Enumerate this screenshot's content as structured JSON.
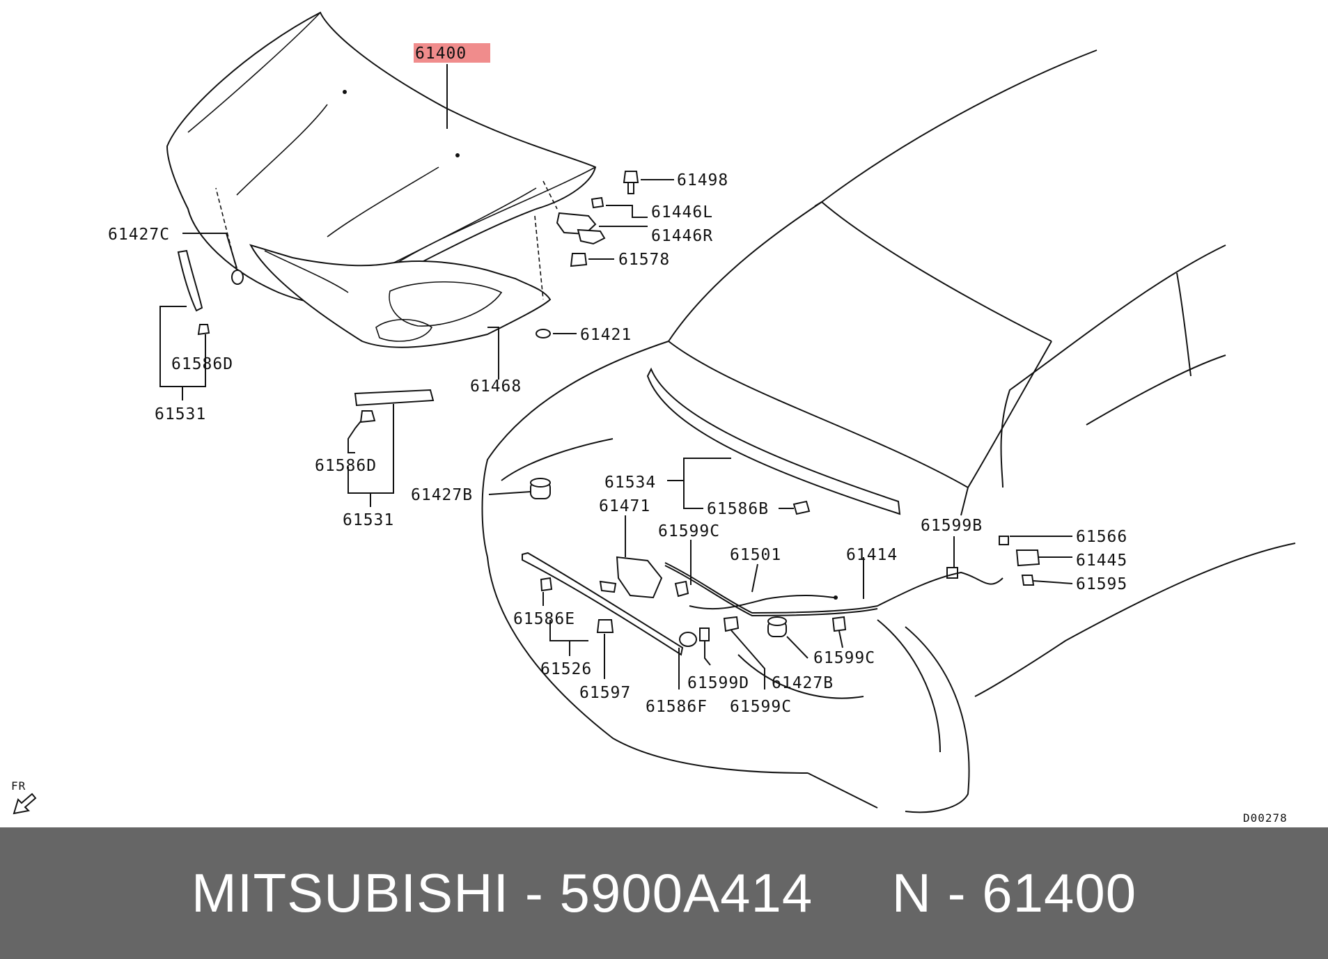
{
  "footer": {
    "brand": "MITSUBISHI",
    "sep1": " - ",
    "part_number": "5900A414",
    "gap": "     ",
    "n_label": "N",
    "sep2": " - ",
    "ref_number": "61400"
  },
  "diagram": {
    "drawing_id": "D00278",
    "fr_label": "FR",
    "labels": {
      "l61400": "61400",
      "l61498": "61498",
      "l61446L": "61446L",
      "l61446R": "61446R",
      "l61578": "61578",
      "l61427C": "61427C",
      "l61421": "61421",
      "l61586D_a": "61586D",
      "l61468": "61468",
      "l61531_a": "61531",
      "l61586D_b": "61586D",
      "l61427B_a": "61427B",
      "l61531_b": "61531",
      "l61534": "61534",
      "l61586B": "61586B",
      "l61471": "61471",
      "l61599C_a": "61599C",
      "l61501": "61501",
      "l61414": "61414",
      "l61599B": "61599B",
      "l61566": "61566",
      "l61445": "61445",
      "l61595": "61595",
      "l61586E": "61586E",
      "l61526": "61526",
      "l61597": "61597",
      "l61599D": "61599D",
      "l61427B_b": "61427B",
      "l61599C_b": "61599C",
      "l61586F": "61586F",
      "l61599C_c": "61599C"
    },
    "highlight_color": "#f08c8c",
    "footer_color": "#666666"
  }
}
